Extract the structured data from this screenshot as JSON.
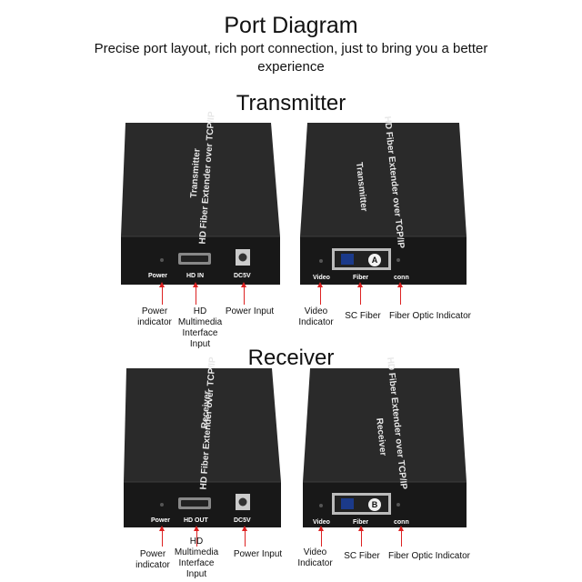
{
  "header": {
    "title": "Port Diagram",
    "subtitle": "Precise port layout, rich port connection, just to bring you a better experience"
  },
  "transmitter": {
    "section_title": "Transmitter",
    "left_top_line1": "HD Fiber Extender over TCP/IP",
    "left_top_line2": "Transmitter",
    "right_top_line1": "HD Fiber Extender over TCP/IP",
    "right_top_line2": "Transmitter",
    "ports_left": {
      "power": "Power",
      "hdmi": "HD IN",
      "dc": "DC5V"
    },
    "ports_right": {
      "video": "Video",
      "fiber": "Fiber",
      "conn": "conn",
      "badge": "A"
    },
    "desc": {
      "power": "Power\nindicator",
      "hdmi": "HD\nMultimedia\nInterface\nInput",
      "dc": "Power Input",
      "video": "Video\nIndicator",
      "fiber": "SC Fiber",
      "conn": "Fiber Optic Indicator"
    }
  },
  "receiver": {
    "section_title": "Receiver",
    "left_top_line1": "HD Fiber Extender over TCP/IP",
    "left_top_line2": "Receiver",
    "right_top_line1": "HD Fiber Extender over TCP/IP",
    "right_top_line2": "Receiver",
    "ports_left": {
      "power": "Power",
      "hdmi": "HD OUT",
      "dc": "DC5V"
    },
    "ports_right": {
      "video": "Video",
      "fiber": "Fiber",
      "conn": "conn",
      "badge": "B"
    },
    "desc": {
      "power": "Power\nindicator",
      "hdmi": "HD\nMultimedia\nInterface\nInput",
      "dc": "Power Input",
      "video": "Video\nIndicator",
      "fiber": "SC Fiber",
      "conn": "Fiber Optic Indicator"
    }
  },
  "colors": {
    "device": "#2b2b2b",
    "device_front": "#1a1a1a",
    "arrow": "#dd2222"
  }
}
